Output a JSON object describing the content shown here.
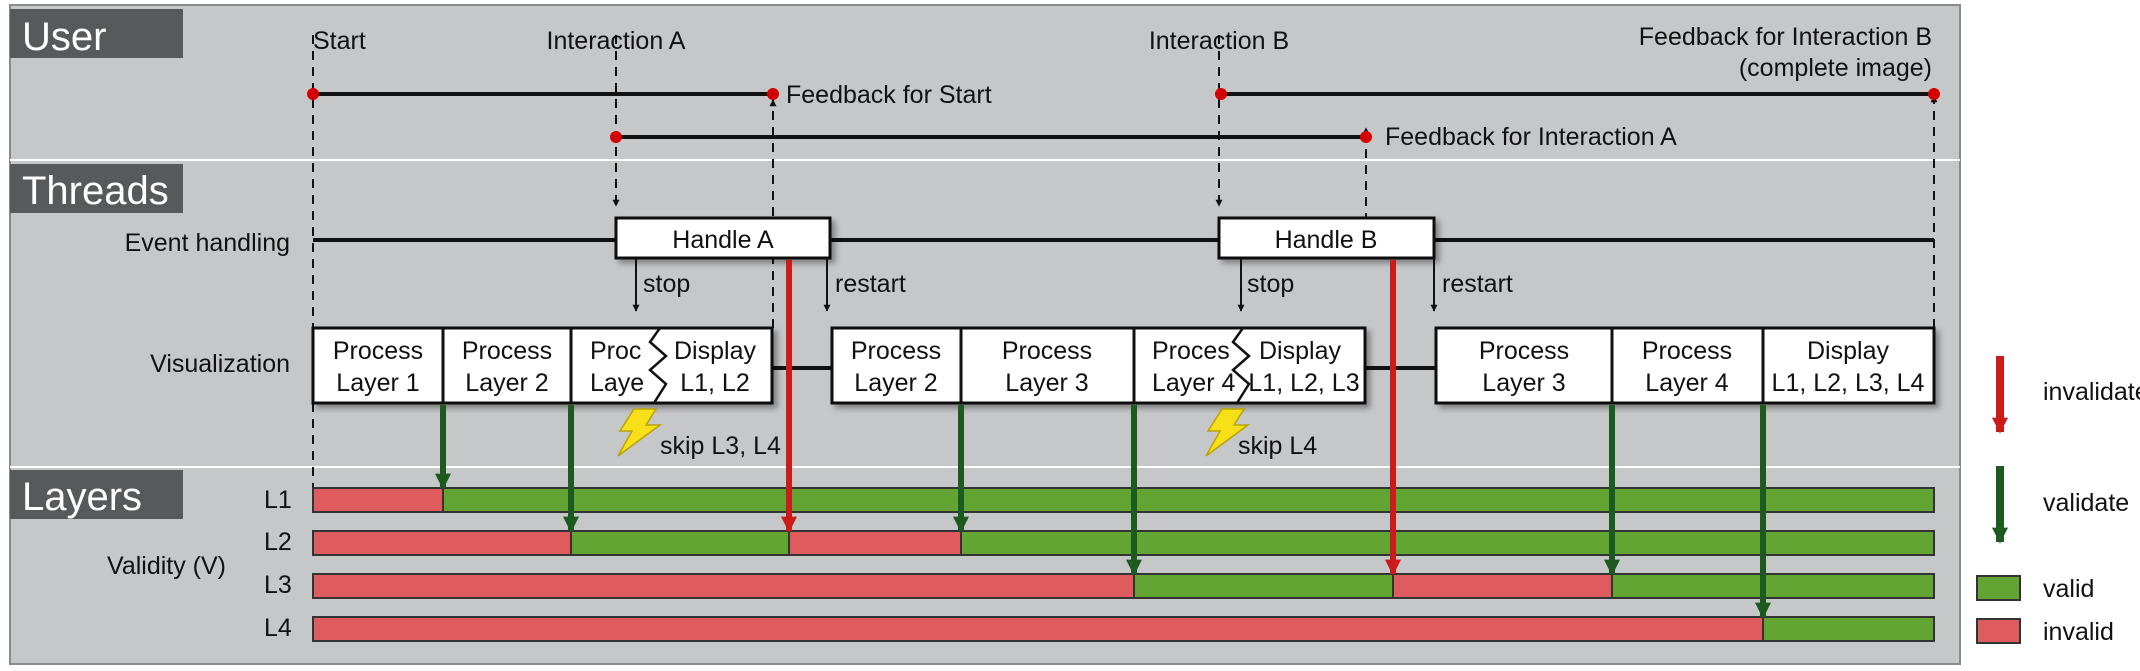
{
  "sections": {
    "user": "User",
    "threads": "Threads",
    "layers": "Layers"
  },
  "user": {
    "start": "Start",
    "interaction_a": "Interaction A",
    "interaction_b": "Interaction B",
    "feedback_start": "Feedback for Start",
    "feedback_a": "Feedback for Interaction A",
    "feedback_b_line1": "Feedback for Interaction B",
    "feedback_b_line2": "(complete image)"
  },
  "threads": {
    "event_handling": "Event handling",
    "visualization": "Visualization",
    "handle_a": "Handle A",
    "handle_b": "Handle B",
    "stop": "stop",
    "restart": "restart",
    "skip_1": "skip L3, L4",
    "skip_2": "skip L4",
    "vis_boxes": [
      {
        "line1": "Process",
        "line2": "Layer 1"
      },
      {
        "line1": "Process",
        "line2": "Layer 2"
      },
      {
        "line1": "Proc",
        "line2": "Laye"
      },
      {
        "line1": "Display",
        "line2": "L1, L2"
      },
      {
        "line1": "Process",
        "line2": "Layer 2"
      },
      {
        "line1": "Process",
        "line2": "Layer 3"
      },
      {
        "line1": "Proces",
        "line2": "Layer 4"
      },
      {
        "line1": "Display",
        "line2": "L1, L2, L3"
      },
      {
        "line1": "Process",
        "line2": "Layer 3"
      },
      {
        "line1": "Process",
        "line2": "Layer 4"
      },
      {
        "line1": "Display",
        "line2": "L1, L2, L3, L4"
      }
    ]
  },
  "layers": {
    "validity": "Validity (V)",
    "rows": [
      {
        "label": "L1"
      },
      {
        "label": "L2"
      },
      {
        "label": "L3"
      },
      {
        "label": "L4"
      }
    ]
  },
  "legend": {
    "invalidate": "invalidate",
    "validate": "validate",
    "valid": "valid",
    "invalid": "invalid"
  },
  "colors": {
    "panel": "#c6c7c9",
    "header": "#58595b",
    "valid": "#63a532",
    "invalid": "#de5b5e",
    "validate_arrow": "#1d5a1f",
    "invalidate_arrow": "#cc1b1b",
    "dot": "#d40000",
    "bolt": "#f7e018"
  }
}
